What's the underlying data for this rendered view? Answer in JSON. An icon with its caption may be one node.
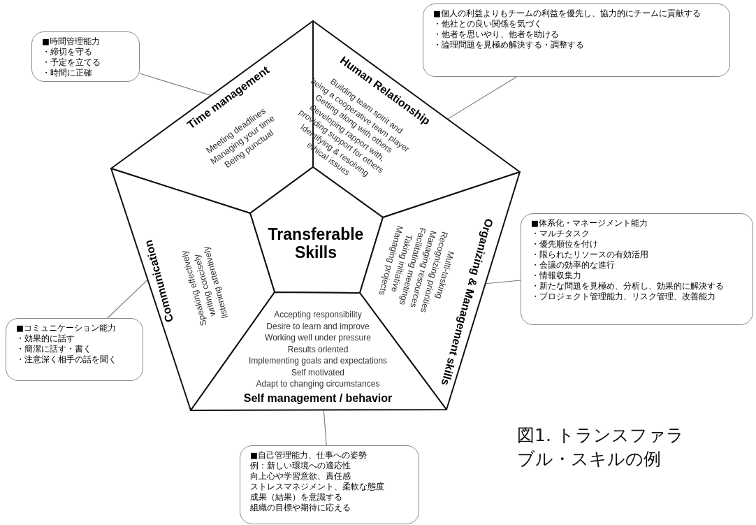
{
  "diagram": {
    "caption": "図1. トランスファラブル・スキルの例",
    "nodes": [
      {
        "text": [
          "■時間管理能力",
          "・締切を守る",
          "・予定を立てる",
          "・時間に正確"
        ]
      },
      {
        "text": [
          "■個人の利益よりもチームの利益を優先し、協力的にチームに貢献する",
          "・他社との良い関係を気づく",
          "・他者を思いやり、他者を助ける",
          "・論理問題を見極め解決する・調整する"
        ]
      },
      {
        "text": [
          "Time management",
          "Meeting deadlines",
          "Managing your time",
          "Being punctual"
        ]
      },
      {
        "text": [
          "Human Relationship",
          "Building team spirit and",
          "being a cooperative team player",
          "Getting along with others",
          "Developing rapport with,",
          "providing support for others",
          "Identifying & resolving",
          "ethical issues"
        ]
      },
      {
        "text": [
          "Transferable Skills"
        ]
      },
      {
        "text": [
          "Communication",
          "Speaking effectively",
          "writing concisely",
          "listening attentively"
        ]
      },
      {
        "text": [
          "Organizing & Management skills",
          "Multi-tasking",
          "Recognizing priorities",
          "Managing resources",
          "Facilitating meetings",
          "Taking initiative",
          "Managing projects"
        ]
      },
      {
        "text": [
          "■体系化・マネージメント能力",
          "・マルチタスク",
          "・優先順位を付け",
          "・限られたリソースの有効活用",
          "・会議の効率的な進行",
          "・情報収集力",
          "・新たな問題を見極め、分析し、効果的に解決する",
          "・プロジェクト管理能力、リスク管理、改善能力"
        ]
      },
      {
        "text": [
          "Accepting responsibility",
          "Desire to learn and improve",
          "Working well under pressure",
          "Results oriented",
          "Implementing goals and expectations",
          "Self motivated",
          "Adapt to changing circumstances",
          "Self management / behavior"
        ]
      },
      {
        "text": [
          "■コミュニケーション能力",
          "・効果的に話す",
          "・簡潔に話す・書く",
          "・注意深く相手の話を聞く"
        ]
      },
      {
        "text": [
          "■自己管理能力、仕事への姿勢",
          "例：新しい環境への適応性",
          "向上心や学習意欲、責任感",
          "ストレスマネジメント、柔軟な態度",
          "成果（結果）を意識する",
          "組織の目標や期待に応える"
        ]
      }
    ],
    "edges": [
      {
        "from": 0,
        "to": 2,
        "arrow": "none"
      },
      {
        "from": 1,
        "to": 3,
        "arrow": "none"
      },
      {
        "from": 7,
        "to": 6,
        "arrow": "none"
      },
      {
        "from": 9,
        "to": 5,
        "arrow": "none"
      },
      {
        "from": 10,
        "to": 8,
        "arrow": "none"
      }
    ]
  }
}
